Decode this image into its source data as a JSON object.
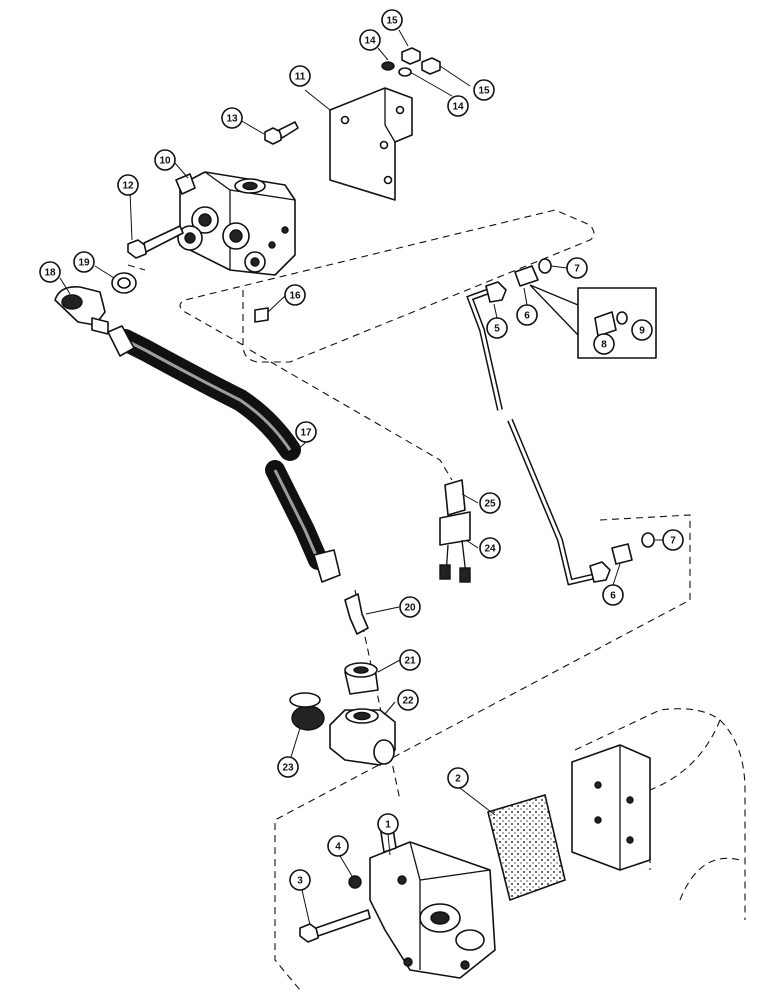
{
  "diagram": {
    "callouts": [
      {
        "label": "1"
      },
      {
        "label": "2"
      },
      {
        "label": "3"
      },
      {
        "label": "4"
      },
      {
        "label": "5"
      },
      {
        "label": "6"
      },
      {
        "label": "6"
      },
      {
        "label": "7"
      },
      {
        "label": "7"
      },
      {
        "label": "8"
      },
      {
        "label": "9"
      },
      {
        "label": "10"
      },
      {
        "label": "11"
      },
      {
        "label": "12"
      },
      {
        "label": "13"
      },
      {
        "label": "14"
      },
      {
        "label": "14"
      },
      {
        "label": "15"
      },
      {
        "label": "15"
      },
      {
        "label": "16"
      },
      {
        "label": "17"
      },
      {
        "label": "18"
      },
      {
        "label": "19"
      },
      {
        "label": "20"
      },
      {
        "label": "21"
      },
      {
        "label": "22"
      },
      {
        "label": "23"
      },
      {
        "label": "24"
      },
      {
        "label": "25"
      }
    ]
  }
}
